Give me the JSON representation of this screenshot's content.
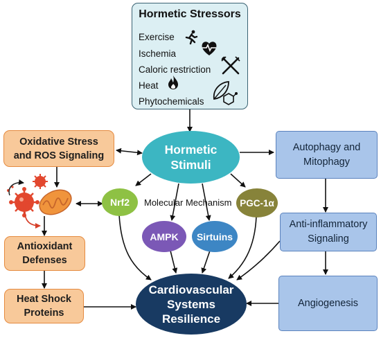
{
  "stressors": {
    "title": "Hormetic Stressors",
    "items": [
      "Exercise",
      "Ischemia",
      "Caloric restriction",
      "Heat",
      "Phytochemicals"
    ]
  },
  "center": {
    "hormetic_stimuli": [
      "Hormetic",
      "Stimuli"
    ]
  },
  "left": {
    "oxidative_stress": [
      "Oxidative Stress",
      "and ROS Signaling"
    ],
    "antioxidant": [
      "Antioxidant",
      "Defenses"
    ],
    "heat_shock": [
      "Heat Shock",
      "Proteins"
    ]
  },
  "right": {
    "autophagy": [
      "Autophagy and",
      "Mitophagy"
    ],
    "anti_inflammatory": [
      "Anti-inflammatory",
      "Signaling"
    ],
    "angiogenesis": "Angiogenesis"
  },
  "mechanisms": {
    "label": "Molecular Mechanism",
    "nrf2": "Nrf2",
    "pgc1a": "PGC-1α",
    "ampk": "AMPK",
    "sirtuins": "Sirtuins"
  },
  "outcome": [
    "Cardiovascular",
    "Systems",
    "Resilience"
  ],
  "colors": {
    "teal": "#3cb6c2",
    "green": "#8ec144",
    "olive": "#87833a",
    "purple": "#7b58b6",
    "blue": "#3d86c4",
    "navy": "#183a62",
    "orange_fill": "#f8c99a",
    "blue_fill": "#a9c5ea",
    "stressor_fill": "#dceff3"
  }
}
